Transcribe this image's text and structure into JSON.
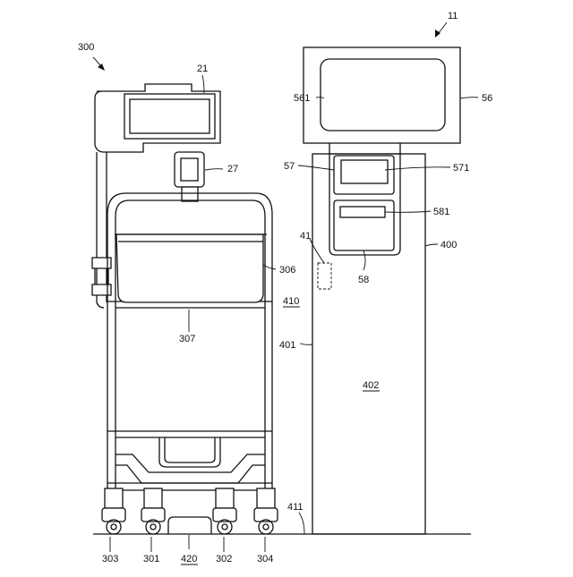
{
  "labels": {
    "l300": "300",
    "l21": "21",
    "l27": "27",
    "l306": "306",
    "l307": "307",
    "l303": "303",
    "l301": "301",
    "l420": "420",
    "l302": "302",
    "l304": "304",
    "l11": "11",
    "l561": "561",
    "l56": "56",
    "l57": "57",
    "l571": "571",
    "l581": "581",
    "l41": "41",
    "l400": "400",
    "l58": "58",
    "l410": "410",
    "l401": "401",
    "l402": "402",
    "l411": "411"
  },
  "underlined": [
    "l410",
    "l402",
    "l420"
  ]
}
